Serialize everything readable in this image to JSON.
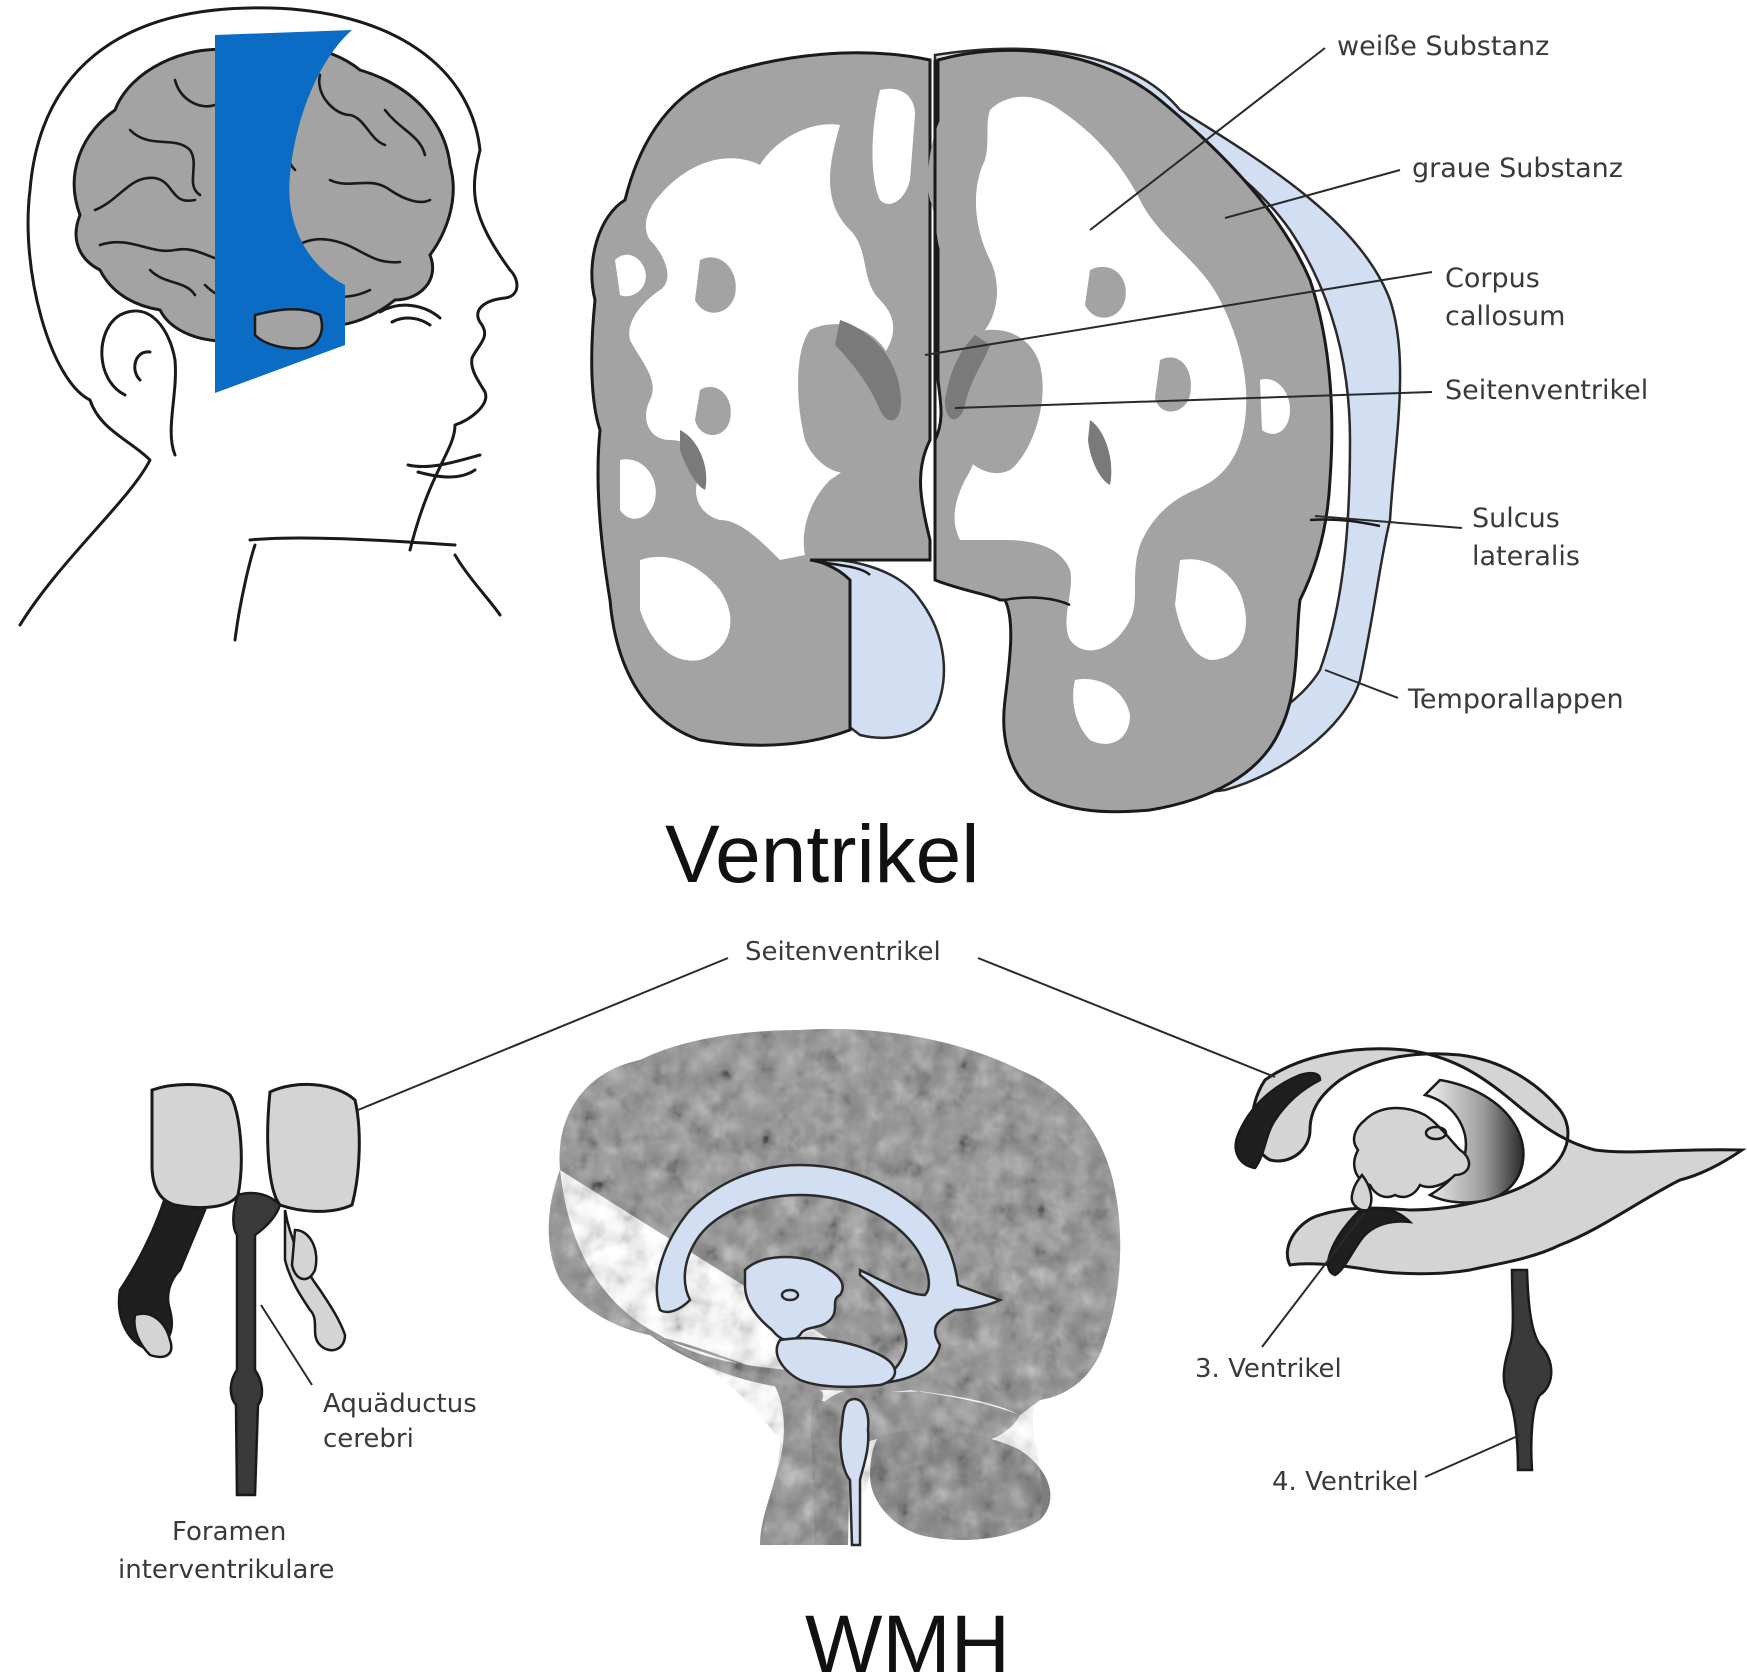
{
  "colors": {
    "blue_plane": "#0a6cc4",
    "gray_matter": "#a3a3a3",
    "white_matter": "#ffffff",
    "dark_structure": "#7a7a7a",
    "meninges": "#d2def1",
    "ventricle_fill": "#d2def1",
    "ventricle_light": "#d4d4d4",
    "ventricle_dark": "#1f1f1f"
  },
  "icons": {
    "head_sketch": "head-profile-with-coronal-plane",
    "coronal_section": "coronal-brain-section",
    "ventricles_front": "ventricles-frontal-view",
    "brain_3d": "brain-lateral-3d-with-ventricles",
    "ventricles_side": "ventricles-lateral-view"
  },
  "coronal": {
    "labels": {
      "white_matter": "weiße Substanz",
      "gray_matter": "graue Substanz",
      "corpus_callosum_1": "Corpus",
      "corpus_callosum_2": "callosum",
      "lateral_ventricle": "Seitenventrikel",
      "sulcus_1": "Sulcus",
      "sulcus_2": "lateralis",
      "temporal_lobe": "Temporallappen"
    }
  },
  "headings": {
    "ventricles": "Ventrikel",
    "wmh": "WMH"
  },
  "ventricles": {
    "labels": {
      "lateral_ventricle": "Seitenventrikel",
      "aqueduct_1": "Aquäductus",
      "aqueduct_2": "cerebri",
      "foramen_1": "Foramen",
      "foramen_2": "interventrikulare",
      "third_ventricle": "3. Ventrikel",
      "fourth_ventricle": "4. Ventrikel"
    }
  }
}
